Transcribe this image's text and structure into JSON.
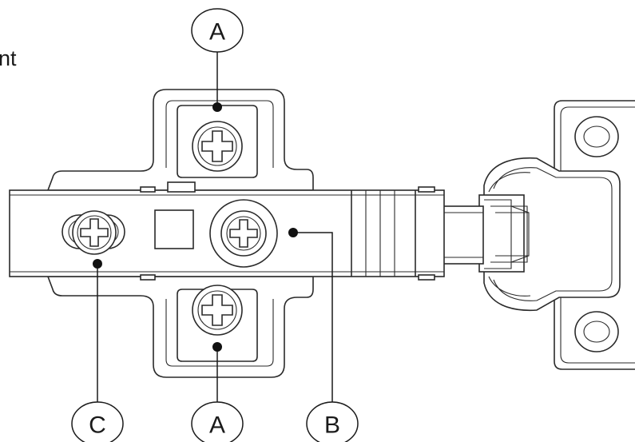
{
  "page_fragment_text": "nt",
  "callouts": [
    {
      "id": "top",
      "label": "A"
    },
    {
      "id": "bottom-left",
      "label": "C"
    },
    {
      "id": "bottom-middle",
      "label": "A"
    },
    {
      "id": "bottom-right",
      "label": "B"
    }
  ],
  "colors": {
    "line": "#2a2a2a",
    "background": "#ffffff",
    "dot": "#111111"
  },
  "icons": [
    "phillips-screw-icon",
    "square-cutout-icon",
    "oval-mounting-hole-icon"
  ]
}
